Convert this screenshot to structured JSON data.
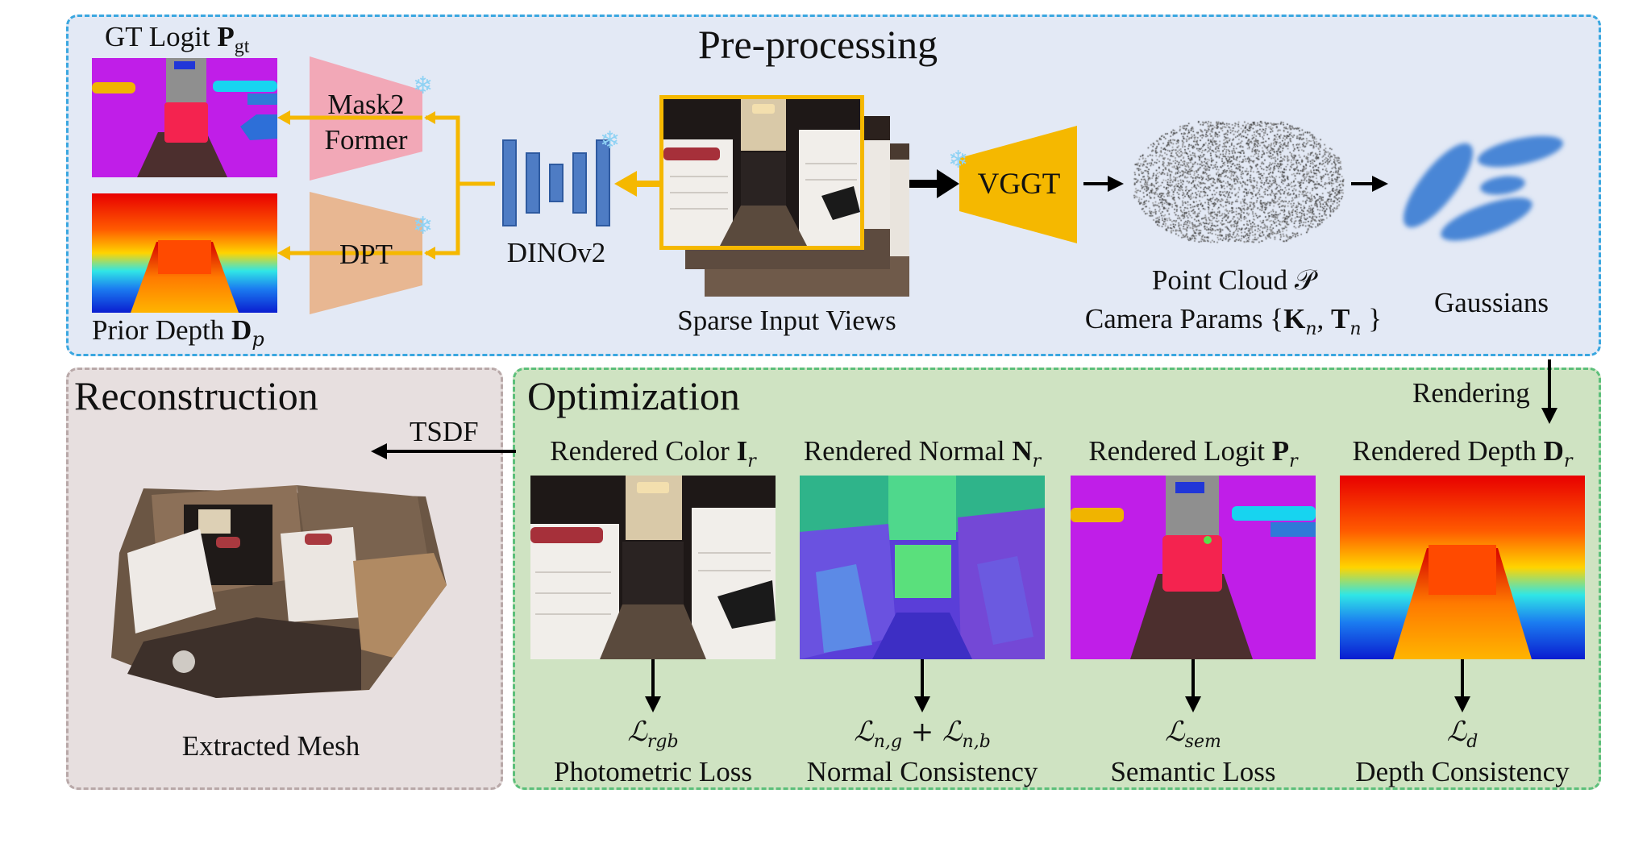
{
  "preprocessing": {
    "title": "Pre-processing",
    "gt_logit_label": "GT Logit",
    "gt_logit_symbol": "P",
    "gt_logit_sub": "gt",
    "prior_depth_label": "Prior Depth",
    "prior_depth_symbol": "D",
    "prior_depth_sub": "p",
    "mask2former_line1": "Mask2",
    "mask2former_line2": "Former",
    "dpt_label": "DPT",
    "dinov2_label": "DINOv2",
    "input_views_label": "Sparse Input Views",
    "vggt_label": "VGGT",
    "point_cloud_label": "Point Cloud 𝒫",
    "camera_params_prefix": "Camera Params {",
    "camera_params_K": "K",
    "camera_params_T": "T",
    "camera_params_sub": "n",
    "camera_params_suffix": "}",
    "gaussians_label": "Gaussians",
    "frozen_icon": "snowflake-icon"
  },
  "reconstruction": {
    "title": "Reconstruction",
    "tsdf_label": "TSDF",
    "mesh_label": "Extracted Mesh"
  },
  "optimization": {
    "title": "Optimization",
    "rendering_label": "Rendering",
    "renders": [
      {
        "label": "Rendered Color",
        "symbol": "I",
        "sub": "r",
        "loss_symbol": "ℒ",
        "loss_sub": "rgb",
        "loss_name": "Photometric Loss"
      },
      {
        "label": "Rendered Normal",
        "symbol": "N",
        "sub": "r",
        "loss_symbol": "ℒ",
        "loss_sub": "n,g",
        "loss_plus": " + ",
        "loss_symbol2": "ℒ",
        "loss_sub2": "n,b",
        "loss_name": "Normal Consistency"
      },
      {
        "label": "Rendered Logit",
        "symbol": "P",
        "sub": "r",
        "loss_symbol": "ℒ",
        "loss_sub": "sem",
        "loss_name": "Semantic Loss"
      },
      {
        "label": "Rendered Depth",
        "symbol": "D",
        "sub": "r",
        "loss_symbol": "ℒ",
        "loss_sub": "d",
        "loss_name": "Depth Consistency"
      }
    ]
  },
  "colors": {
    "pre_bg": "#e3e9f5",
    "pre_border": "#3aa7e0",
    "recon_bg": "#e7dfdf",
    "recon_border": "#b8a8a8",
    "opt_bg": "#cfe3c2",
    "opt_border": "#5cbf7a",
    "encoder_blue": "#4e7cc4",
    "arrow_yellow": "#f5b800",
    "mask2former_pink": "#f2a8b7",
    "dpt_tan": "#e8b792",
    "vggt_gold": "#f5b800",
    "gaussian_blue": "#4a86d6"
  }
}
